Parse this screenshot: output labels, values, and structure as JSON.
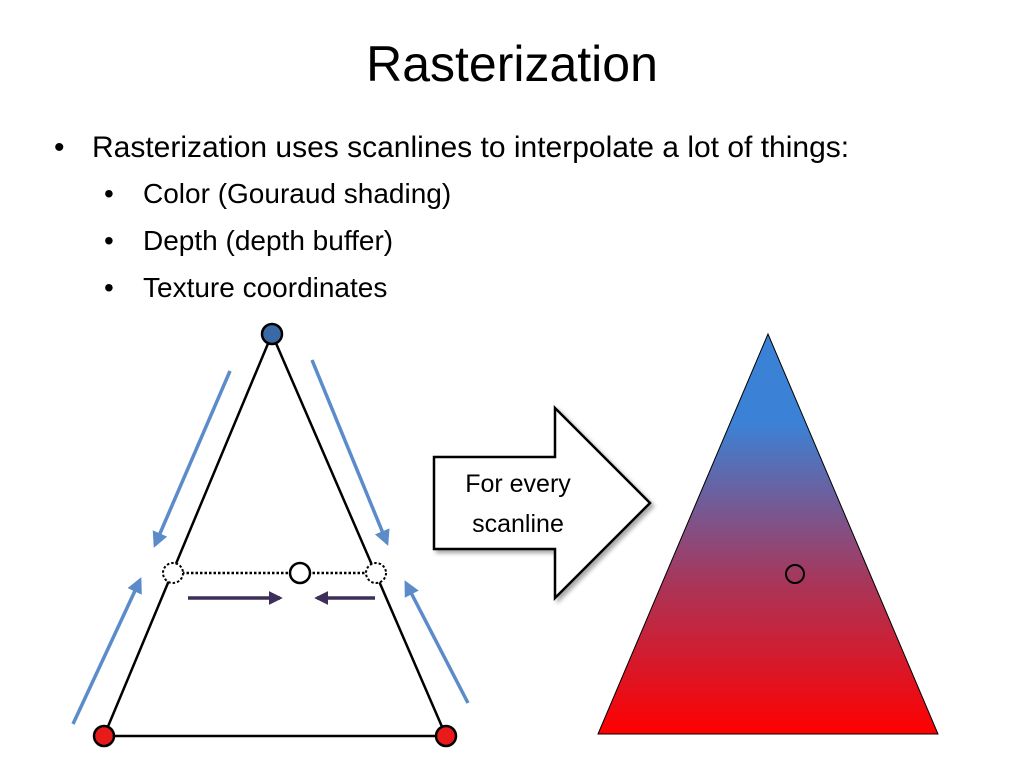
{
  "slide": {
    "title": "Rasterization",
    "bullet_glyph": "•",
    "bullets": [
      {
        "text": "Rasterization uses scanlines to interpolate a lot of things:",
        "level": 1
      },
      {
        "text": "Color (Gouraud shading)",
        "level": 2
      },
      {
        "text": "Depth (depth buffer)",
        "level": 2
      },
      {
        "text": "Texture coordinates",
        "level": 2
      }
    ],
    "callout": {
      "line1": "For every",
      "line2": "scanline"
    }
  },
  "colors": {
    "vertex_top": "#3b69a8",
    "vertex_bottom": "#e81a1a",
    "edge_arrows": "#5b8cc9",
    "scan_arrows": "#3d2f59",
    "gradient_top": "#3b82d6",
    "gradient_bottom": "#ff0000"
  }
}
